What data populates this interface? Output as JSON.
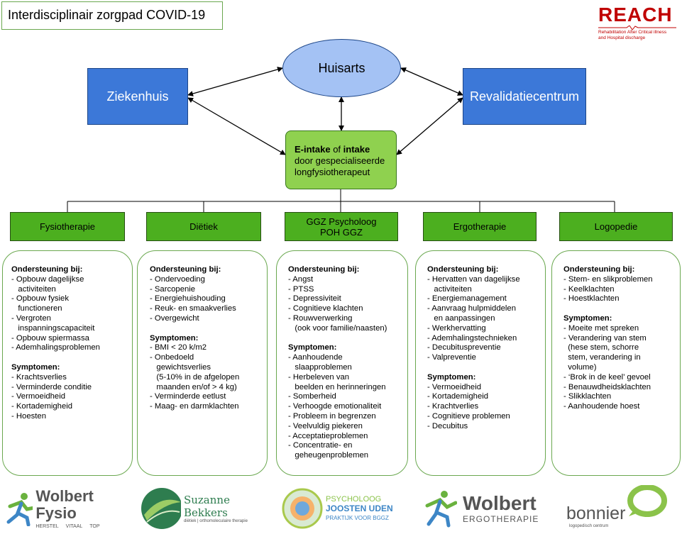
{
  "title": "Interdisciplinair zorgpad COVID-19",
  "reach": {
    "logo": "REACH",
    "subtitle_1": "Rehabilitation After Critical illness",
    "subtitle_2": "and Hospital discharge"
  },
  "nodes": {
    "huisarts": "Huisarts",
    "ziekenhuis": "Ziekenhuis",
    "revalidatiecentrum": "Revalidatiecentrum",
    "intake": {
      "part1": "E-intake",
      "part2": " of ",
      "part3": "intake",
      "line2": "door gespecialiseerde",
      "line3": "longfysiotherapeut"
    }
  },
  "disciplines": [
    {
      "label": "Fysiotherapie"
    },
    {
      "label": "Diëtiek"
    },
    {
      "label": "GGZ Psycholoog",
      "label2": "POH GGZ"
    },
    {
      "label": "Ergotherapie"
    },
    {
      "label": "Logopedie"
    }
  ],
  "cards": [
    {
      "support_header": "Ondersteuning bij:",
      "support": [
        "- Opbouw dagelijkse",
        "   activiteiten",
        "- Opbouw fysiek",
        "   functioneren",
        "- Vergroten",
        "   inspanningscapaciteit",
        "- Opbouw spiermassa",
        "- Ademhalingsproblemen"
      ],
      "symptoms_header": "Symptomen:",
      "symptoms": [
        "- Krachtsverlies",
        "- Verminderde conditie",
        "- Vermoeidheid",
        "- Kortademigheid",
        "- Hoesten"
      ]
    },
    {
      "support_header": "Ondersteuning bij:",
      "support": [
        "- Ondervoeding",
        "- Sarcopenie",
        "- Energiehuishouding",
        "- Reuk- en smaakverlies",
        "- Overgewicht"
      ],
      "symptoms_header": "Symptomen:",
      "symptoms": [
        "- BMI < 20 k/m2",
        "- Onbedoeld",
        "   gewichtsverlies",
        "   (5-10% in de afgelopen",
        "   maanden en/of > 4 kg)",
        "- Verminderde eetlust",
        "- Maag- en darmklachten"
      ]
    },
    {
      "support_header": "Ondersteuning bij:",
      "support": [
        "- Angst",
        "- PTSS",
        "- Depressiviteit",
        "- Cognitieve klachten",
        "- Rouwverwerking",
        "   (ook voor familie/naasten)"
      ],
      "symptoms_header": "Symptomen:",
      "symptoms": [
        "- Aanhoudende",
        "   slaapproblemen",
        "- Herbeleven van",
        "   beelden en herinneringen",
        "- Somberheid",
        "- Verhoogde emotionaliteit",
        "- Probleem in begrenzen",
        "- Veelvuldig piekeren",
        "- Acceptatieproblemen",
        "- Concentratie- en",
        "   geheugenproblemen"
      ]
    },
    {
      "support_header": "Ondersteuning bij:",
      "support": [
        "- Hervatten van dagelijkse",
        "   activiteiten",
        "- Energiemanagement",
        "- Aanvraag hulpmiddelen",
        "   en aanpassingen",
        "- Werkhervatting",
        "- Ademhalingstechnieken",
        "- Decubituspreventie",
        "- Valpreventie"
      ],
      "symptoms_header": "Symptomen:",
      "symptoms": [
        "- Vermoeidheid",
        "- Kortademigheid",
        "- Krachtverlies",
        "- Cognitieve problemen",
        "- Decubitus"
      ]
    },
    {
      "support_header": "Ondersteuning bij:",
      "support": [
        "- Stem- en slikproblemen",
        "- Keelklachten",
        "- Hoestklachten"
      ],
      "symptoms_header": "Symptomen:",
      "symptoms": [
        "- Moeite met spreken",
        "- Verandering van stem",
        "  (hese stem, schorre",
        "  stem, verandering in",
        "  volume)",
        "- ‘Brok in de keel’ gevoel",
        "- Benauwdheidsklachten",
        "- Slikklachten",
        "- Aanhoudende hoest"
      ]
    }
  ],
  "footer": {
    "wolbert_fysio": {
      "name": "Wolbert Fysio",
      "tag1": "HERSTEL",
      "tag2": "VITAAL",
      "tag3": "TOP"
    },
    "bekkers": {
      "name": "Suzanne Bekkers",
      "sub": "diëtiek | orthomoleculaire therapie"
    },
    "psycholoog": {
      "line1": "PSYCHOLOOG",
      "line2": "JOOSTEN UDEN",
      "line3": "PRAKTIJK VOOR BGGZ"
    },
    "wolbert_ergo": {
      "name": "Wolbert",
      "sub": "ERGOTHERAPIE"
    },
    "bonnier": {
      "name": "bonnier",
      "sub": "logopedisch centrum"
    }
  },
  "colors": {
    "blue": "#3c78d8",
    "light_blue": "#a4c2f4",
    "green": "#4caf1f",
    "light_green": "#8fd14f",
    "reach_red": "#c00000"
  }
}
